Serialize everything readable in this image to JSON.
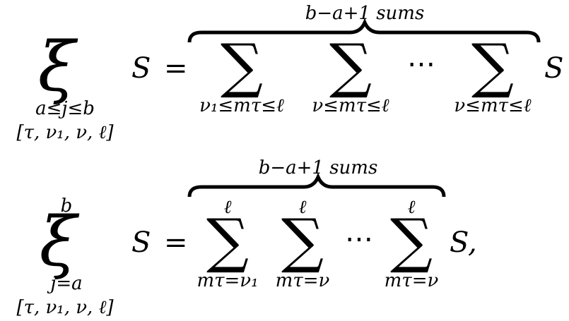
{
  "equations": [
    {
      "xi": "ξ",
      "xi_sub": "a≤j≤b",
      "xi_sup": "",
      "params": "[τ, ν₁, ν, ℓ]",
      "lhs": "S",
      "eq": "=",
      "brace_label": "b−a+1 sums",
      "sums": [
        {
          "symbol": "∑",
          "sub": "ν₁≤mτ≤ℓ",
          "sup": ""
        },
        {
          "symbol": "∑",
          "sub": "ν≤mτ≤ℓ",
          "sup": ""
        },
        {
          "symbol": "∑",
          "sub": "ν≤mτ≤ℓ",
          "sup": ""
        }
      ],
      "dots": "⋯",
      "rhs": "S"
    },
    {
      "xi": "ξ",
      "xi_sub": "j=a",
      "xi_sup": "b",
      "params": "[τ, ν₁, ν, ℓ]",
      "lhs": "S",
      "eq": "=",
      "brace_label": "b−a+1 sums",
      "sums": [
        {
          "symbol": "∑",
          "sub": "mτ=ν₁",
          "sup": "ℓ"
        },
        {
          "symbol": "∑",
          "sub": "mτ=ν",
          "sup": "ℓ"
        },
        {
          "symbol": "∑",
          "sub": "mτ=ν",
          "sup": "ℓ"
        }
      ],
      "dots": "⋯",
      "rhs": "S,"
    }
  ]
}
